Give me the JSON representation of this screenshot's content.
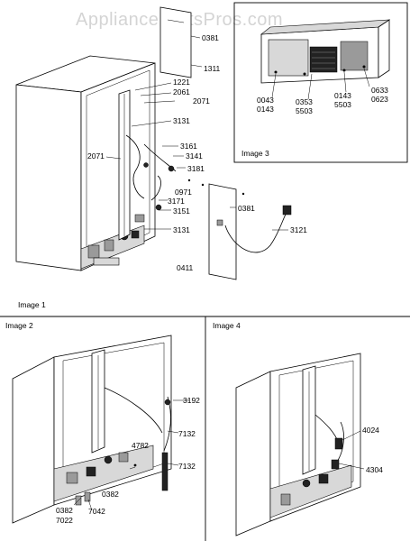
{
  "watermark": "AppliancePartsPros.com",
  "panels": {
    "image1": "Image 1",
    "image2": "Image 2",
    "image3": "Image 3",
    "image4": "Image 4"
  },
  "callouts": {
    "c0381_top": "0381",
    "c1311": "1311",
    "c1221": "1221",
    "c2061": "2061",
    "c2071_a": "2071",
    "c3131_a": "3131",
    "c2071_b": "2071",
    "c3161": "3161",
    "c3141": "3141",
    "c3181": "3181",
    "c0971": "0971",
    "c3171": "3171",
    "c3151": "3151",
    "c3131_b": "3131",
    "c0381_b": "0381",
    "c3121": "3121",
    "c0411": "0411",
    "c0043": "0043",
    "c0143_a": "0143",
    "c0353": "0353",
    "c5503_a": "5503",
    "c0143_b": "0143",
    "c5503_b": "5503",
    "c0633": "0633",
    "c0623": "0623",
    "c3192": "3192",
    "c4782": "4782",
    "c7132_a": "7132",
    "c7132_b": "7132",
    "c0382_a": "0382",
    "c0382_b": "0382",
    "c7042": "7042",
    "c7022": "7022",
    "c4024": "4024",
    "c4304": "4304"
  }
}
